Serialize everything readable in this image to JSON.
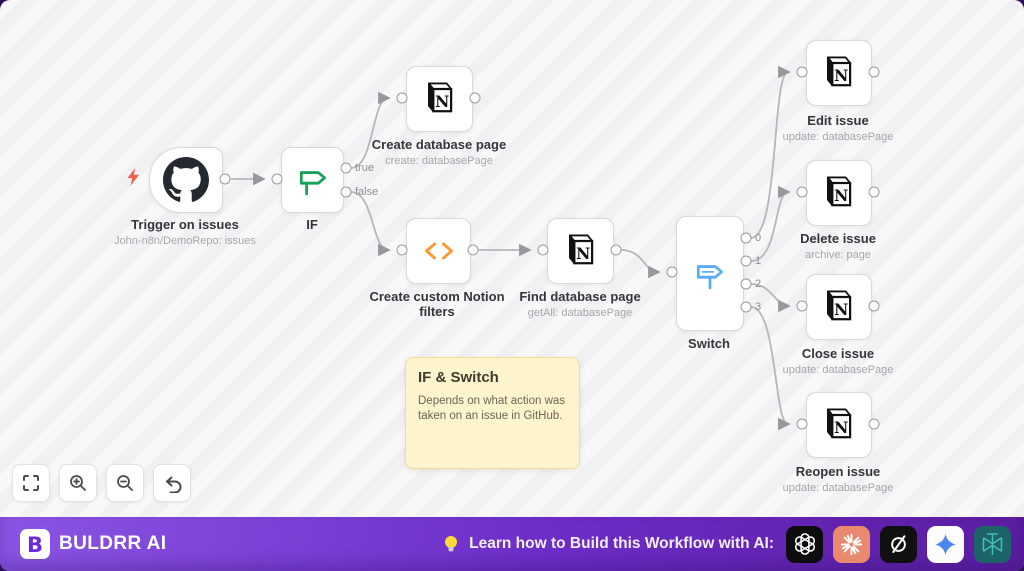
{
  "canvas": {
    "nodes": [
      {
        "title": "Trigger on issues",
        "subtitle": "John-n8n/DemoRepo: issues",
        "icon": "github-icon",
        "type": "trigger"
      },
      {
        "title": "IF",
        "icon": "if-signpost-icon",
        "outputs": [
          "true",
          "false"
        ]
      },
      {
        "title": "Create database page",
        "subtitle": "create: databasePage",
        "icon": "notion-icon"
      },
      {
        "title": "Create custom Notion filters",
        "icon": "code-brackets-icon"
      },
      {
        "title": "Find database page",
        "subtitle": "getAll: databasePage",
        "icon": "notion-icon"
      },
      {
        "title": "Switch",
        "icon": "switch-signpost-icon",
        "outputs": [
          "0",
          "1",
          "2",
          "3"
        ]
      },
      {
        "title": "Edit issue",
        "subtitle": "update: databasePage",
        "icon": "notion-icon"
      },
      {
        "title": "Delete issue",
        "subtitle": "archive: page",
        "icon": "notion-icon"
      },
      {
        "title": "Close issue",
        "subtitle": "update: databasePage",
        "icon": "notion-icon"
      },
      {
        "title": "Reopen issue",
        "subtitle": "update: databasePage",
        "icon": "notion-icon"
      }
    ],
    "sticky_note": {
      "title": "IF & Switch",
      "body": "Depends on what action was taken on an issue in GitHub."
    },
    "controls": [
      "fit-view",
      "zoom-in",
      "zoom-out",
      "undo"
    ]
  },
  "footer": {
    "brand": "BULDRR AI",
    "message": "Learn how to Build this Workflow with AI:",
    "ai_icons": [
      "openai",
      "claude",
      "grok",
      "gemini",
      "perplexity"
    ]
  },
  "colors": {
    "accent_purple": "#6d28d9",
    "if_green": "#18a058",
    "switch_blue": "#5bacf7",
    "code_orange": "#ff982e",
    "trigger_bolt": "#f1604d",
    "sticky_bg": "#fdf3cd",
    "claude_bg": "#e98a6f",
    "perplexity_teal": "#1d6468"
  }
}
